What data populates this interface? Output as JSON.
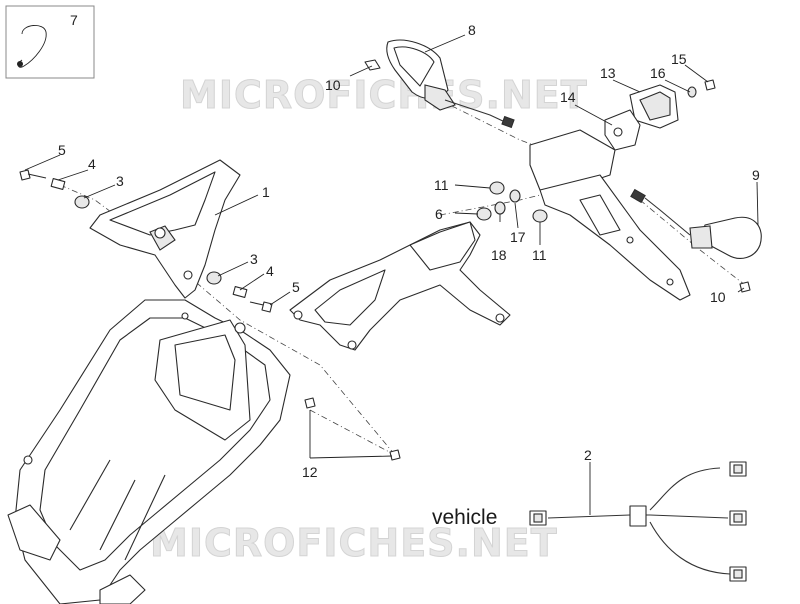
{
  "watermark": "MICROFICHES.NET",
  "index_box": {
    "number": "7"
  },
  "callouts": [
    "1",
    "2",
    "3",
    "3",
    "4",
    "4",
    "5",
    "5",
    "6",
    "8",
    "9",
    "10",
    "10",
    "11",
    "11",
    "12",
    "13",
    "14",
    "15",
    "16",
    "17",
    "18"
  ],
  "harness": {
    "label": "vehicle"
  }
}
